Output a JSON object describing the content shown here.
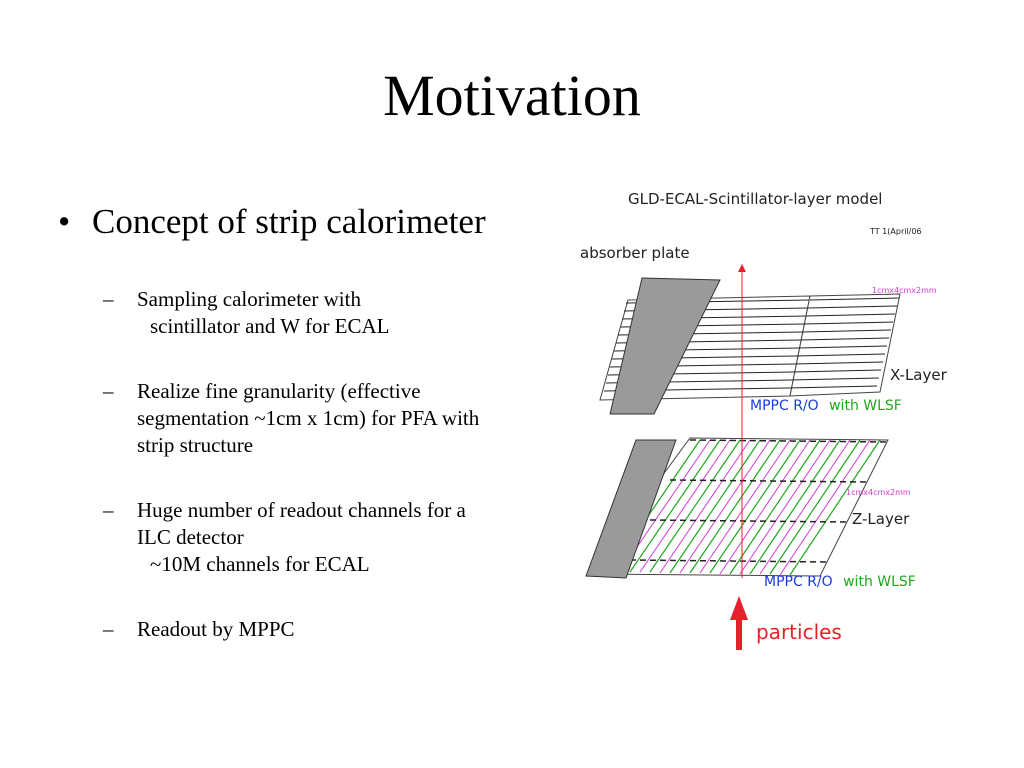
{
  "slide": {
    "title": "Motivation",
    "bullet_marker": "•",
    "main_bullet": "Concept of strip calorimeter",
    "sub_marker": "–",
    "sub_bullets": [
      {
        "lines": [
          "Sampling calorimeter with",
          "scintillator and W for ECAL"
        ]
      },
      {
        "lines": [
          "Realize fine granularity (effective",
          "segmentation ~1cm x 1cm) for PFA with",
          "strip structure"
        ]
      },
      {
        "lines": [
          "Huge number of readout channels for a",
          "ILC detector",
          "~10M channels for ECAL"
        ]
      },
      {
        "lines": [
          "Readout by MPPC"
        ]
      }
    ]
  },
  "figure": {
    "title": "GLD-ECAL-Scintillator-layer model",
    "author_note": "TT 1(April/06",
    "absorber_label": "absorber plate",
    "dims_label": "1cmx4cmx2mm",
    "x_layer_label": "X-Layer",
    "z_layer_label": "Z-Layer",
    "readout_blue": "MPPC R/O",
    "readout_green": "with WLSF",
    "particles_label": "particles",
    "colors": {
      "red": "#e8202a",
      "blue": "#1a3cd8",
      "green": "#1ea81e",
      "magenta": "#d23cd2",
      "gray": "#9a9a9a"
    }
  }
}
